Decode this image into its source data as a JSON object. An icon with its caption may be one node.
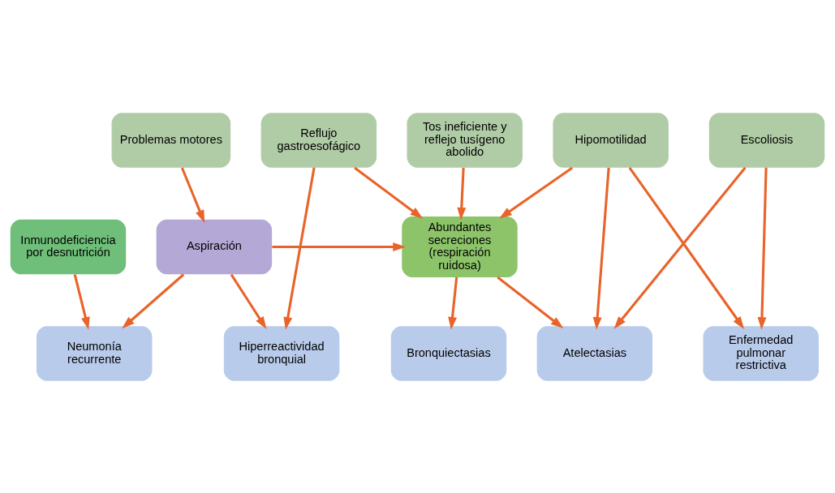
{
  "diagram": {
    "nodes": [
      {
        "text": [
          "Problemas motores"
        ]
      },
      {
        "text": [
          "Reflujo gastroesofágico"
        ]
      },
      {
        "text": [
          "Tos ineficiente y reflejo tusígeno abolido"
        ]
      },
      {
        "text": [
          "Hipomotilidad"
        ]
      },
      {
        "text": [
          "Escoliosis"
        ]
      },
      {
        "text": [
          "Aspiración"
        ]
      },
      {
        "text": [
          "Abundantes secreciones (respiración ruidosa)"
        ]
      },
      {
        "text": [
          "Neumonía recurrente"
        ]
      },
      {
        "text": [
          "Hiperreactividad bronquial"
        ]
      },
      {
        "text": [
          "Bronquiectasias"
        ]
      },
      {
        "text": [
          "Atelectasias"
        ]
      },
      {
        "text": [
          "Enfermedad pulmonar restrictiva"
        ]
      },
      {
        "text": [
          "Inmunodeficiencia por desnutrición"
        ]
      }
    ],
    "edges": [
      {
        "from": 0,
        "to": 5,
        "arrow": "to"
      },
      {
        "from": 1,
        "to": 8,
        "arrow": "to"
      },
      {
        "from": 1,
        "to": 6,
        "arrow": "to"
      },
      {
        "from": 2,
        "to": 6,
        "arrow": "to"
      },
      {
        "from": 3,
        "to": 6,
        "arrow": "to"
      },
      {
        "from": 3,
        "to": 10,
        "arrow": "to"
      },
      {
        "from": 3,
        "to": 11,
        "arrow": "to"
      },
      {
        "from": 4,
        "to": 10,
        "arrow": "to"
      },
      {
        "from": 4,
        "to": 11,
        "arrow": "to"
      },
      {
        "from": 5,
        "to": 6,
        "arrow": "to"
      },
      {
        "from": 5,
        "to": 7,
        "arrow": "to"
      },
      {
        "from": 5,
        "to": 8,
        "arrow": "to"
      },
      {
        "from": 6,
        "to": 9,
        "arrow": "to"
      },
      {
        "from": 6,
        "to": 10,
        "arrow": "to"
      },
      {
        "from": 12,
        "to": 7,
        "arrow": "to"
      }
    ]
  }
}
